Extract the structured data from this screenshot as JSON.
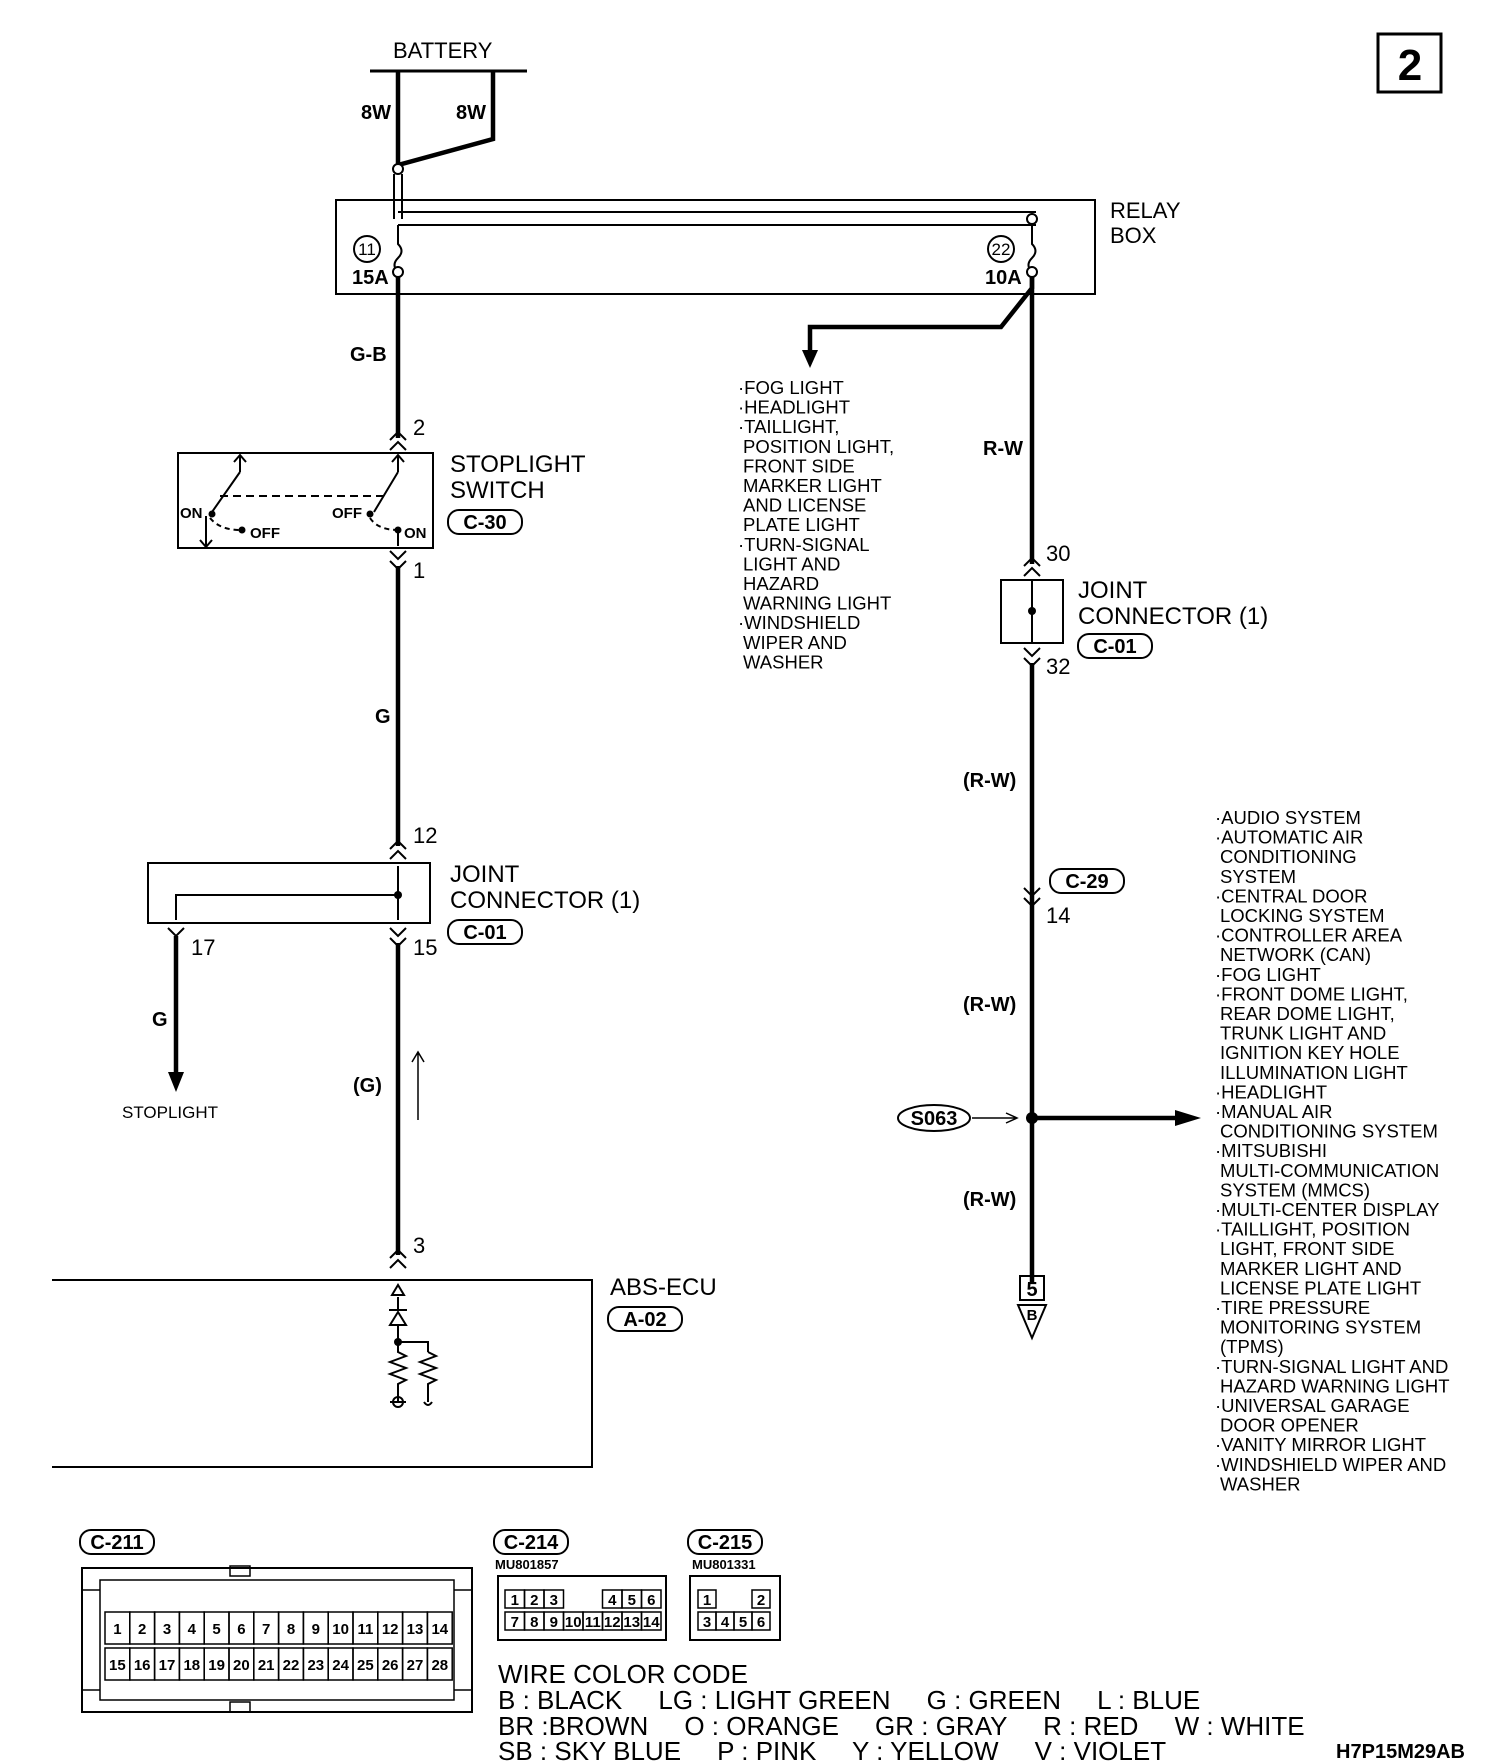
{
  "page_number": "2",
  "figure_code": "H7P15M29AB",
  "battery": {
    "label": "BATTERY",
    "wire_left": "8W",
    "wire_right": "8W"
  },
  "relay_box": {
    "label_line1": "RELAY",
    "label_line2": "BOX",
    "fuse_left": {
      "number": "11",
      "rating": "15A"
    },
    "fuse_right": {
      "number": "22",
      "rating": "10A"
    }
  },
  "wires": {
    "g_b": "G-B",
    "g": "G",
    "g_paren": "(G)",
    "g_stoplight": "G",
    "r_w": "R-W",
    "r_w_paren1": "(R-W)",
    "r_w_paren2": "(R-W)",
    "r_w_paren3": "(R-W)"
  },
  "stoplight_switch": {
    "line1": "STOPLIGHT",
    "line2": "SWITCH",
    "connector": "C-30",
    "pin_top": "2",
    "pin_bottom": "1",
    "on_left": "ON",
    "off_left": "OFF",
    "off_right": "OFF",
    "on_right": "ON"
  },
  "joint_connector_left": {
    "line1": "JOINT",
    "line2": "CONNECTOR (1)",
    "connector": "C-01",
    "pin_top": "12",
    "pin_out": "17",
    "pin_bottom": "15"
  },
  "joint_connector_right": {
    "line1": "JOINT",
    "line2": "CONNECTOR (1)",
    "connector": "C-01",
    "pin_top": "30",
    "pin_bottom": "32"
  },
  "stoplight_label": "STOPLIGHT",
  "connector_c29": {
    "label": "C-29",
    "pin": "14"
  },
  "abs_ecu": {
    "label": "ABS-ECU",
    "connector": "A-02",
    "pin": "3"
  },
  "splice": "S063",
  "ref_box": {
    "number": "5",
    "letter": "B"
  },
  "relay_branch_list": [
    "·FOG LIGHT",
    "·HEADLIGHT",
    "·TAILLIGHT,",
    "POSITION LIGHT,",
    "FRONT SIDE",
    "MARKER LIGHT",
    "AND LICENSE",
    "PLATE LIGHT",
    "·TURN-SIGNAL",
    "LIGHT AND",
    "HAZARD",
    "WARNING LIGHT",
    "·WINDSHIELD",
    "WIPER AND",
    "WASHER"
  ],
  "splice_branch_list": [
    "·AUDIO SYSTEM",
    "·AUTOMATIC AIR",
    "CONDITIONING",
    "SYSTEM",
    "·CENTRAL DOOR",
    "LOCKING SYSTEM",
    "·CONTROLLER AREA",
    "NETWORK (CAN)",
    "·FOG LIGHT",
    "·FRONT DOME LIGHT,",
    "REAR DOME LIGHT,",
    "TRUNK LIGHT AND",
    "IGNITION KEY HOLE",
    "ILLUMINATION LIGHT",
    "·HEADLIGHT",
    "·MANUAL AIR",
    "CONDITIONING SYSTEM",
    "·MITSUBISHI",
    "MULTI-COMMUNICATION",
    "SYSTEM (MMCS)",
    "·MULTI-CENTER DISPLAY",
    "·TAILLIGHT, POSITION",
    "LIGHT, FRONT SIDE",
    "MARKER LIGHT AND",
    "LICENSE PLATE LIGHT",
    "·TIRE PRESSURE",
    "MONITORING SYSTEM",
    "(TPMS)",
    "·TURN-SIGNAL LIGHT AND",
    "HAZARD WARNING LIGHT",
    "·UNIVERSAL GARAGE",
    "DOOR OPENER",
    "·VANITY MIRROR LIGHT",
    "·WINDSHIELD WIPER AND",
    "WASHER"
  ],
  "connector_c211": {
    "label": "C-211",
    "row1": [
      "1",
      "2",
      "3",
      "4",
      "5",
      "6",
      "7",
      "8",
      "9",
      "10",
      "11",
      "12",
      "13",
      "14"
    ],
    "row2": [
      "15",
      "16",
      "17",
      "18",
      "19",
      "20",
      "21",
      "22",
      "23",
      "24",
      "25",
      "26",
      "27",
      "28"
    ]
  },
  "connector_c214": {
    "label": "C-214",
    "part": "MU801857",
    "row1": [
      "1",
      "2",
      "3",
      "4",
      "5",
      "6"
    ],
    "row2": [
      "7",
      "8",
      "9",
      "10",
      "11",
      "12",
      "13",
      "14"
    ]
  },
  "connector_c215": {
    "label": "C-215",
    "part": "MU801331",
    "row1": [
      "1",
      "2"
    ],
    "row2": [
      "3",
      "4",
      "5",
      "6"
    ]
  },
  "wire_color_code": {
    "title": "WIRE COLOR CODE",
    "line1": "B : BLACK     LG : LIGHT GREEN     G : GREEN     L : BLUE",
    "line2": "BR :BROWN     O : ORANGE     GR : GRAY     R : RED     W : WHITE",
    "line3": "SB : SKY BLUE     P : PINK     Y : YELLOW     V : VIOLET"
  }
}
